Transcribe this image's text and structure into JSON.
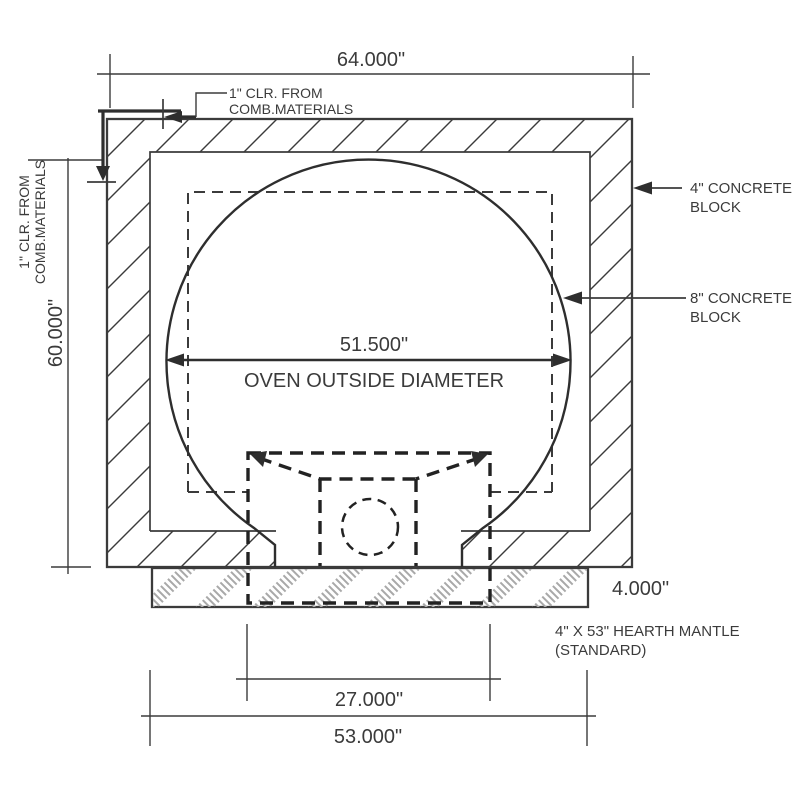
{
  "page": {
    "background": "#ffffff",
    "line_color": "#3b3b3b"
  },
  "dims": {
    "width_overall": "64.000\"",
    "height_overall": "60.000\"",
    "oven_diameter": "51.500\"",
    "oven_diameter_label": "OVEN OUTSIDE DIAMETER",
    "hearth_thickness": "4.000\"",
    "opening_width": "27.000\"",
    "hearth_width": "53.000\""
  },
  "labels": {
    "clr_top_1": "1\" CLR. FROM",
    "clr_top_2": "COMB.MATERIALS",
    "clr_left_1": "1\" CLR. FROM",
    "clr_left_2": "COMB.MATERIALS",
    "block4_1": "4\" CONCRETE",
    "block4_2": "BLOCK",
    "block8_1": "8\" CONCRETE",
    "block8_2": "BLOCK",
    "hearth_1": "4\" X 53\" HEARTH MANTLE",
    "hearth_2": "(STANDARD)"
  }
}
